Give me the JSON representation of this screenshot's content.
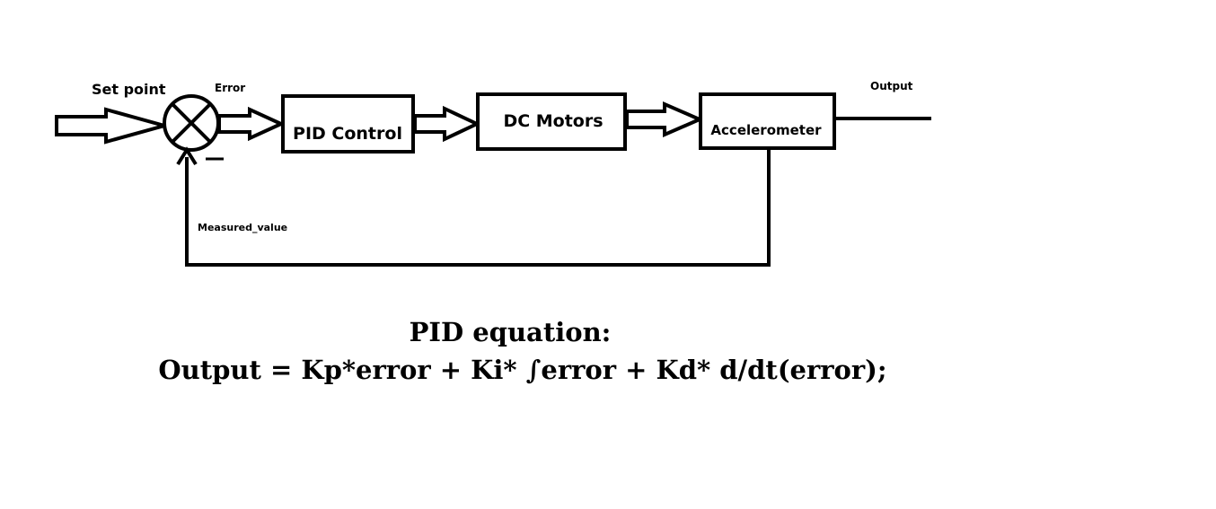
{
  "diagram": {
    "input_label": "Set point",
    "error_label": "Error",
    "output_label": "Output",
    "feedback_label": "Measured_value",
    "feedback_sign": "_",
    "blocks": [
      {
        "label": "PID Control"
      },
      {
        "label": "DC Motors"
      },
      {
        "label": "Accelerometer"
      }
    ]
  },
  "equation": {
    "heading": "PID equation:",
    "formula": "Output = Kp*error + Ki* ∫error + Kd* d/dt(error);"
  },
  "colors": {
    "stroke": "#000000",
    "background": "#ffffff"
  }
}
